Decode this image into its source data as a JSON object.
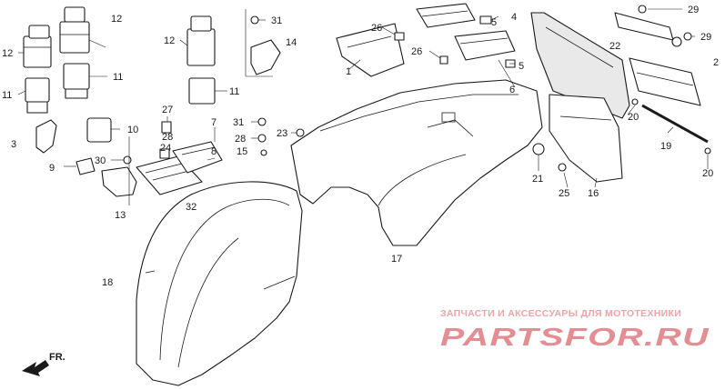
{
  "callouts": [
    {
      "id": "c12a",
      "text": "12"
    },
    {
      "id": "c12b",
      "text": "12"
    },
    {
      "id": "c12c",
      "text": "12"
    },
    {
      "id": "c11a",
      "text": "11"
    },
    {
      "id": "c11b",
      "text": "11"
    },
    {
      "id": "c11c",
      "text": "11"
    },
    {
      "id": "c3",
      "text": "3"
    },
    {
      "id": "c10",
      "text": "10"
    },
    {
      "id": "c9",
      "text": "9"
    },
    {
      "id": "c30",
      "text": "30"
    },
    {
      "id": "c13",
      "text": "13"
    },
    {
      "id": "c27",
      "text": "27"
    },
    {
      "id": "c24",
      "text": "24"
    },
    {
      "id": "c32",
      "text": "32"
    },
    {
      "id": "c7",
      "text": "7"
    },
    {
      "id": "c8",
      "text": "8"
    },
    {
      "id": "c31a",
      "text": "31"
    },
    {
      "id": "c31b",
      "text": "31"
    },
    {
      "id": "c28a",
      "text": "28"
    },
    {
      "id": "c28b",
      "text": "28"
    },
    {
      "id": "c15",
      "text": "15"
    },
    {
      "id": "c23",
      "text": "23"
    },
    {
      "id": "c14",
      "text": "14"
    },
    {
      "id": "c1",
      "text": "1"
    },
    {
      "id": "c26a",
      "text": "26"
    },
    {
      "id": "c26b",
      "text": "26"
    },
    {
      "id": "c4",
      "text": "4"
    },
    {
      "id": "c5a",
      "text": "5"
    },
    {
      "id": "c5b",
      "text": "5"
    },
    {
      "id": "c6",
      "text": "6"
    },
    {
      "id": "c29a",
      "text": "29"
    },
    {
      "id": "c29b",
      "text": "29"
    },
    {
      "id": "c22",
      "text": "22"
    },
    {
      "id": "c2",
      "text": "2"
    },
    {
      "id": "c20a",
      "text": "20"
    },
    {
      "id": "c20b",
      "text": "20"
    },
    {
      "id": "c19",
      "text": "19"
    },
    {
      "id": "c21",
      "text": "21"
    },
    {
      "id": "c25",
      "text": "25"
    },
    {
      "id": "c16",
      "text": "16"
    },
    {
      "id": "c17",
      "text": "17"
    },
    {
      "id": "c18",
      "text": "18"
    }
  ],
  "direction_marker": {
    "text": "FR."
  },
  "watermark": {
    "caption": "ЗАПЧАСТИ И АКСЕССУАРЫ ДЛЯ МОТОТЕХНИКИ",
    "logo": "PARTSFOR.RU"
  },
  "colors": {
    "line": "#1a1a1a",
    "watermark": "#e48d93"
  }
}
